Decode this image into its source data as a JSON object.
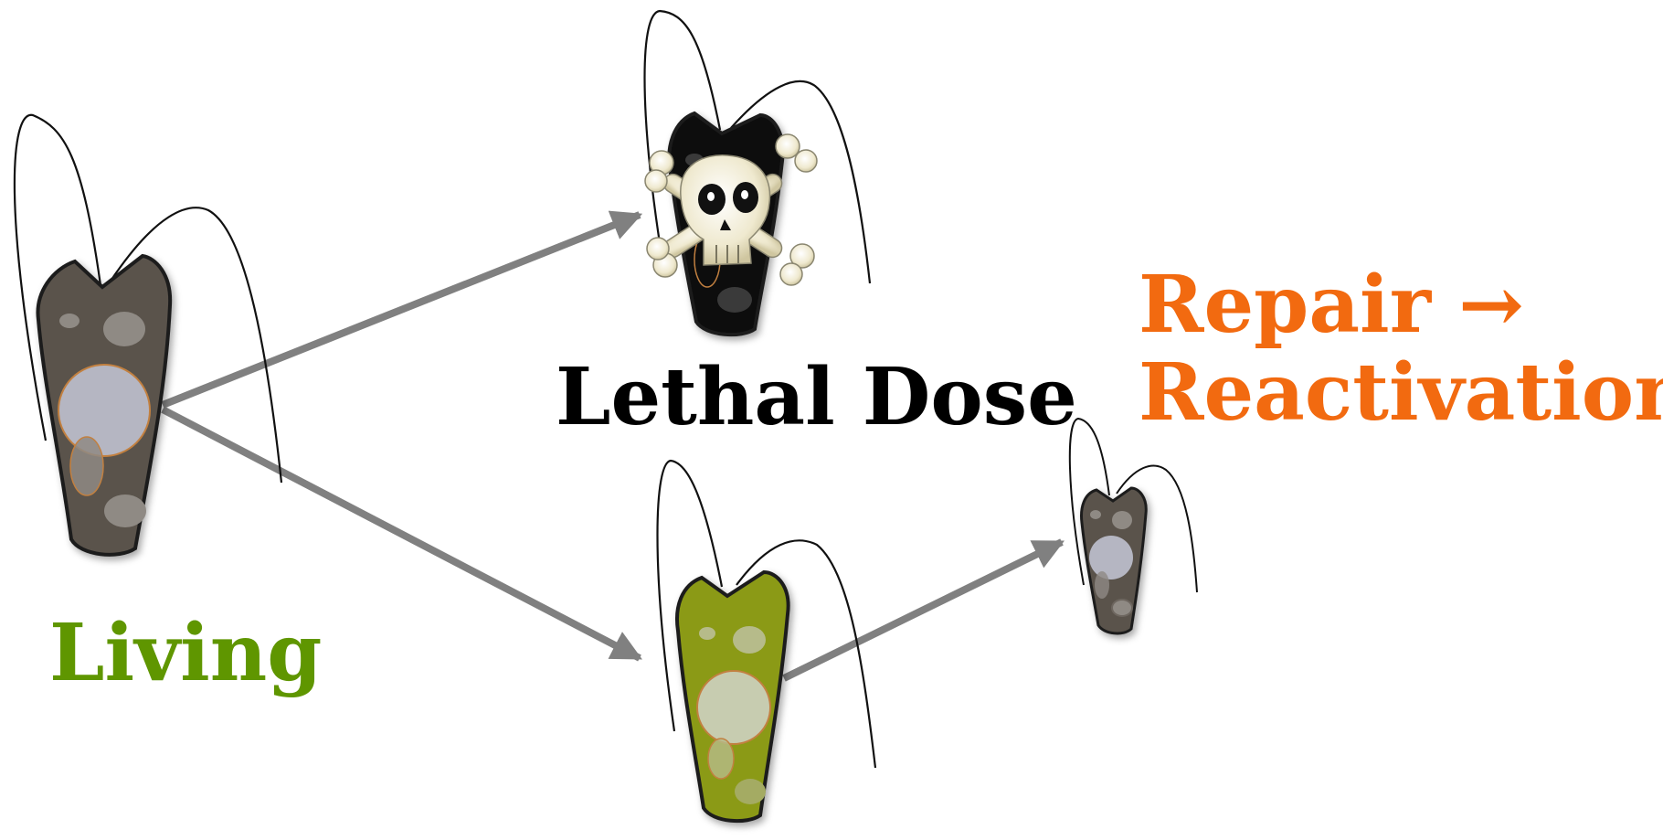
{
  "labels": {
    "living": "Living",
    "lethal_dose": "Lethal Dose",
    "repair_line1": "Repair →",
    "repair_line2": "Reactivation"
  },
  "colors": {
    "living": "#5f9600",
    "lethal_dose": "#000000",
    "repair": "#f26a10",
    "arrow": "#808080",
    "cell_living": "#5a534b",
    "cell_dead": "#0b0b0b",
    "cell_damaged": "#8b9a18",
    "cell_outline": "#1e1e1e",
    "nucleus": "#b5b6c2",
    "skull": "#f1efdb"
  },
  "icons": [
    "skull-crossbones-icon"
  ]
}
